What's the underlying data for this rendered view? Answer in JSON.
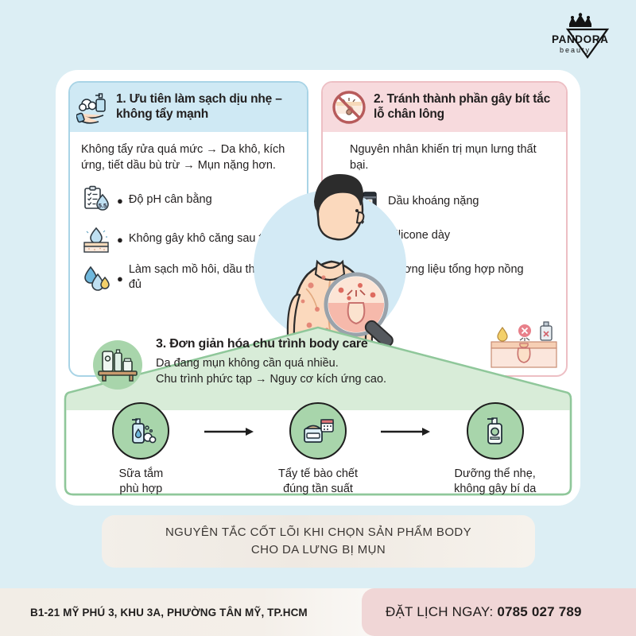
{
  "brand": {
    "name": "PANDORA",
    "sub": "b e a u t y",
    "icon": "crown-diamond-logo"
  },
  "panels": [
    {
      "id": "panel-1",
      "icon": "hand-soap-foam-icon",
      "title": "1. Ưu tiên làm sạch dịu nhẹ – không tẩy mạnh",
      "text": "Không tẩy rửa quá mức → Da khô, kích ứng, tiết dầu bù trừ → Mụn nặng hơn.",
      "bullets": [
        {
          "icon": "clipboard-ph-drop-icon",
          "label": "Độ pH cân bằng",
          "value": "5.5"
        },
        {
          "icon": "drop-skin-layer-icon",
          "label": "Không gây khô căng sau tắm"
        },
        {
          "icon": "two-drops-icon",
          "label": "Làm sạch mồ hôi, dầu thừa vừa đủ"
        }
      ]
    },
    {
      "id": "panel-2",
      "icon": "no-clogged-pore-icon",
      "title": "2. Tránh thành phần gây bít tắc lỗ chân lông",
      "text": "Nguyên nhân khiến trị mụn lưng thất bại.",
      "avoid": [
        {
          "mark": "✕",
          "icon": "oil-barrel-icon",
          "label": "Dầu khoáng nặng"
        },
        {
          "mark": "✕",
          "icon": "silicone-molecule-icon",
          "label": "Silicone dày"
        },
        {
          "mark": "✕",
          "icon": "perfume-bottle-icon",
          "label": "Hương liệu tổng hợp nồng"
        }
      ],
      "corner_icon": "clogged-pore-cross-section-icon"
    }
  ],
  "panel3": {
    "icon": "shelf-products-icon",
    "title": "3. Đơn giản hóa chu trình body care",
    "text_line1": "Da đang mụn không cần quá nhiều.",
    "text_line2": "Chu trình phức tạp → Nguy cơ kích ứng cao.",
    "steps": [
      {
        "icon": "body-wash-bottle-icon",
        "label_line1": "Sữa tắm",
        "label_line2": "phù hợp"
      },
      {
        "icon": "scrub-jar-calendar-icon",
        "label_line1": "Tẩy tế bào chết",
        "label_line2": "đúng tần suất"
      },
      {
        "icon": "lotion-pump-bottle-icon",
        "label_line1": "Dưỡng thể nhẹ,",
        "label_line2": "không gây bí da"
      }
    ]
  },
  "center_illustration": "man-back-acne-magnifier-illustration",
  "banner": {
    "line1": "NGUYÊN TẮC CỐT LÕI KHI CHỌN SẢN PHẨM BODY",
    "line2": "CHO DA LƯNG BỊ MỤN"
  },
  "footer": {
    "address": "B1-21 MỸ PHÚ 3, KHU 3A, PHƯỜNG TÂN MỸ, TP.HCM",
    "cta_label": "ĐẶT LỊCH NGAY:",
    "phone": "0785 027 789"
  },
  "colors": {
    "background": "#dceef4",
    "panel1_header": "#cfe9f4",
    "panel1_border": "#a9d4e6",
    "panel2_header": "#f7dadd",
    "panel2_border": "#edbfc4",
    "panel3_header": "#d8ecd8",
    "panel3_border": "#8fc79a",
    "banner": "#f1ece5",
    "cta_block": "#f0d6d6"
  }
}
